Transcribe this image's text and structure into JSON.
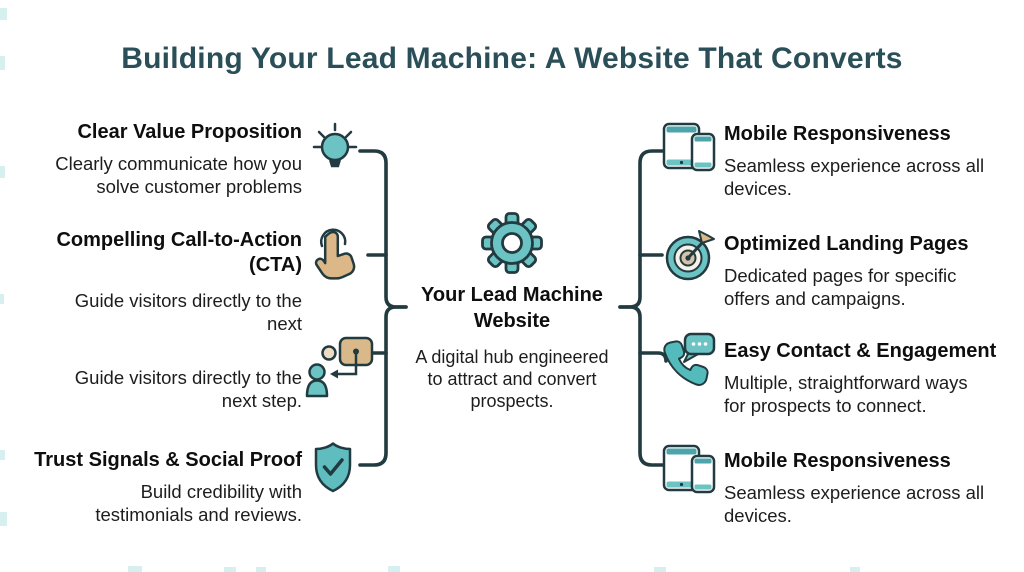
{
  "title": "Building Your Lead Machine: A Website That Converts",
  "center": {
    "icon": "gear-icon",
    "title_lines": [
      "Your Lead Machine",
      "Website"
    ],
    "desc_lines": [
      "A digital hub engineered",
      "to attract and convert",
      "prospects."
    ]
  },
  "left_items": [
    {
      "icon": "lightbulb-icon",
      "title_lines": [
        "Clear Value Proposition"
      ],
      "desc_lines": [
        "Clearly communicate how you",
        "solve customer problems"
      ]
    },
    {
      "icon": "tap-hand-icon",
      "title_lines": [
        "Compelling Call-to-Action",
        "(CTA)"
      ],
      "desc_lines": [
        "Guide visitors directly to the",
        "next"
      ]
    },
    {
      "icon": "guide-person-icon",
      "title_lines": [],
      "desc_lines": [
        "Guide visitors directly to the",
        "next step."
      ]
    },
    {
      "icon": "shield-check-icon",
      "title_lines": [
        "Trust Signals & Social Proof"
      ],
      "desc_lines": [
        "Build credibility with",
        "testimonials and reviews."
      ]
    }
  ],
  "right_items": [
    {
      "icon": "devices-icon",
      "title": "Mobile Responsiveness",
      "desc_lines": [
        "Seamless experience across all",
        "devices."
      ]
    },
    {
      "icon": "target-dart-icon",
      "title": "Optimized Landing Pages",
      "desc_lines": [
        "Dedicated pages for specific",
        "offers and campaigns."
      ]
    },
    {
      "icon": "phone-chat-icon",
      "title": "Easy Contact & Engagement",
      "desc_lines": [
        "Multiple, straightforward ways",
        "for prospects to connect."
      ]
    },
    {
      "icon": "devices-icon",
      "title": "Mobile Responsiveness",
      "desc_lines": [
        "Seamless experience across all",
        "devices."
      ]
    }
  ],
  "colors": {
    "accent_teal": "#6cc3c4",
    "dark_outline": "#223b40",
    "tan": "#d9b98a",
    "title_color": "#2b4f58",
    "body_text": "#1d1d1d",
    "connector": "#223b40"
  }
}
